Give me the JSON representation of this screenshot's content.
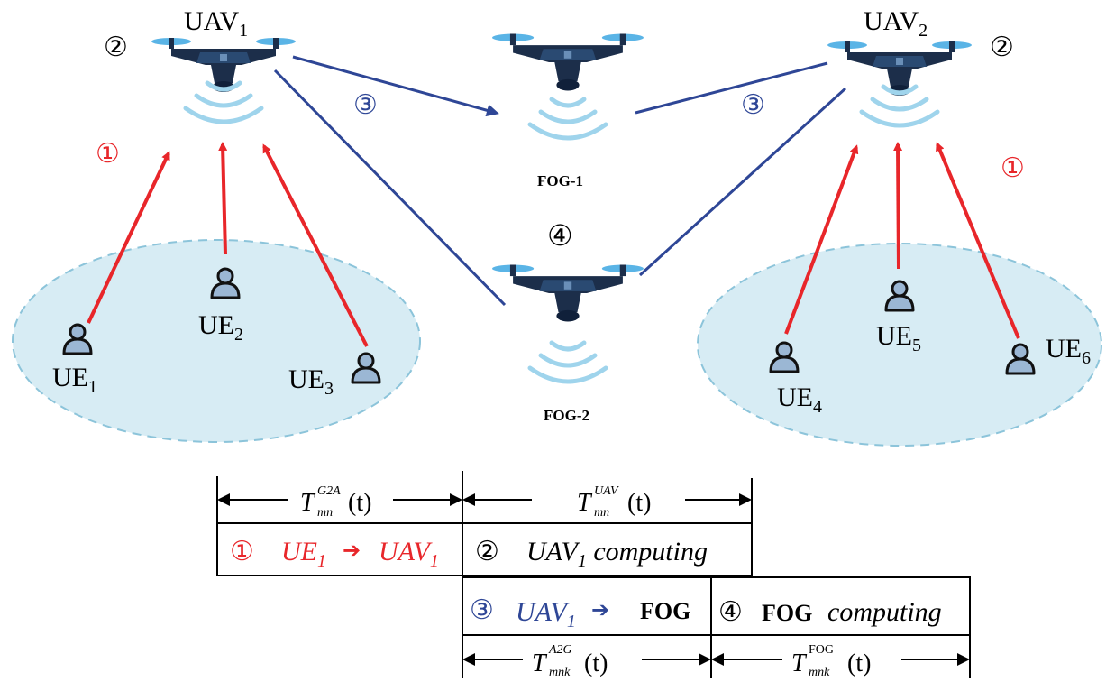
{
  "colors": {
    "red": "#e8262a",
    "blue": "#2e4696",
    "drone": "#1c2e4a",
    "rotor": "#5ab4e6",
    "signal": "#9fd4ec",
    "cluster_fill": "#d7ecf4",
    "cluster_stroke": "#8cc4da",
    "user": "#9bb7d4"
  },
  "icons": {
    "drone": "drone-icon",
    "user": "user-icon",
    "signal": "signal-waves-icon"
  },
  "drones": {
    "uav1": {
      "base": "UAV",
      "sub": "1",
      "step": "②"
    },
    "uav2": {
      "base": "UAV",
      "sub": "2",
      "step": "②"
    },
    "fog1": {
      "label": "FOG-1"
    },
    "fog2": {
      "label": "FOG-2",
      "step": "④"
    }
  },
  "users": [
    {
      "base": "UE",
      "sub": "1"
    },
    {
      "base": "UE",
      "sub": "2"
    },
    {
      "base": "UE",
      "sub": "3"
    },
    {
      "base": "UE",
      "sub": "4"
    },
    {
      "base": "UE",
      "sub": "5"
    },
    {
      "base": "UE",
      "sub": "6"
    }
  ],
  "link_steps": {
    "uplink_left": "①",
    "uplink_right": "①",
    "backhaul_left": "③",
    "backhaul_right": "③"
  },
  "timeline": {
    "t_g2a": {
      "base": "T",
      "sup": "G2A",
      "sub": "mn",
      "arg": "(t)"
    },
    "t_uav": {
      "base": "T",
      "sup": "UAV",
      "sub": "mn",
      "arg": "(t)"
    },
    "t_a2g": {
      "base": "T",
      "sup": "A2G",
      "sub": "mnk",
      "arg": "(t)"
    },
    "t_fog": {
      "base": "T",
      "sup": "FOG",
      "sub": "mnk",
      "arg": "(t)"
    },
    "box1": {
      "num": "①",
      "from_base": "UE",
      "from_sub": "1",
      "arrow": "➔",
      "to_base": "UAV",
      "to_sub": "1"
    },
    "box2": {
      "num": "②",
      "base": "UAV",
      "sub": "1",
      "rest": " computing"
    },
    "box3": {
      "num": "③",
      "base": "UAV",
      "sub": "1",
      "arrow": " ➔",
      "target": "FOG"
    },
    "box4": {
      "num": "④",
      "target": "FOG",
      "rest": "computing"
    }
  }
}
